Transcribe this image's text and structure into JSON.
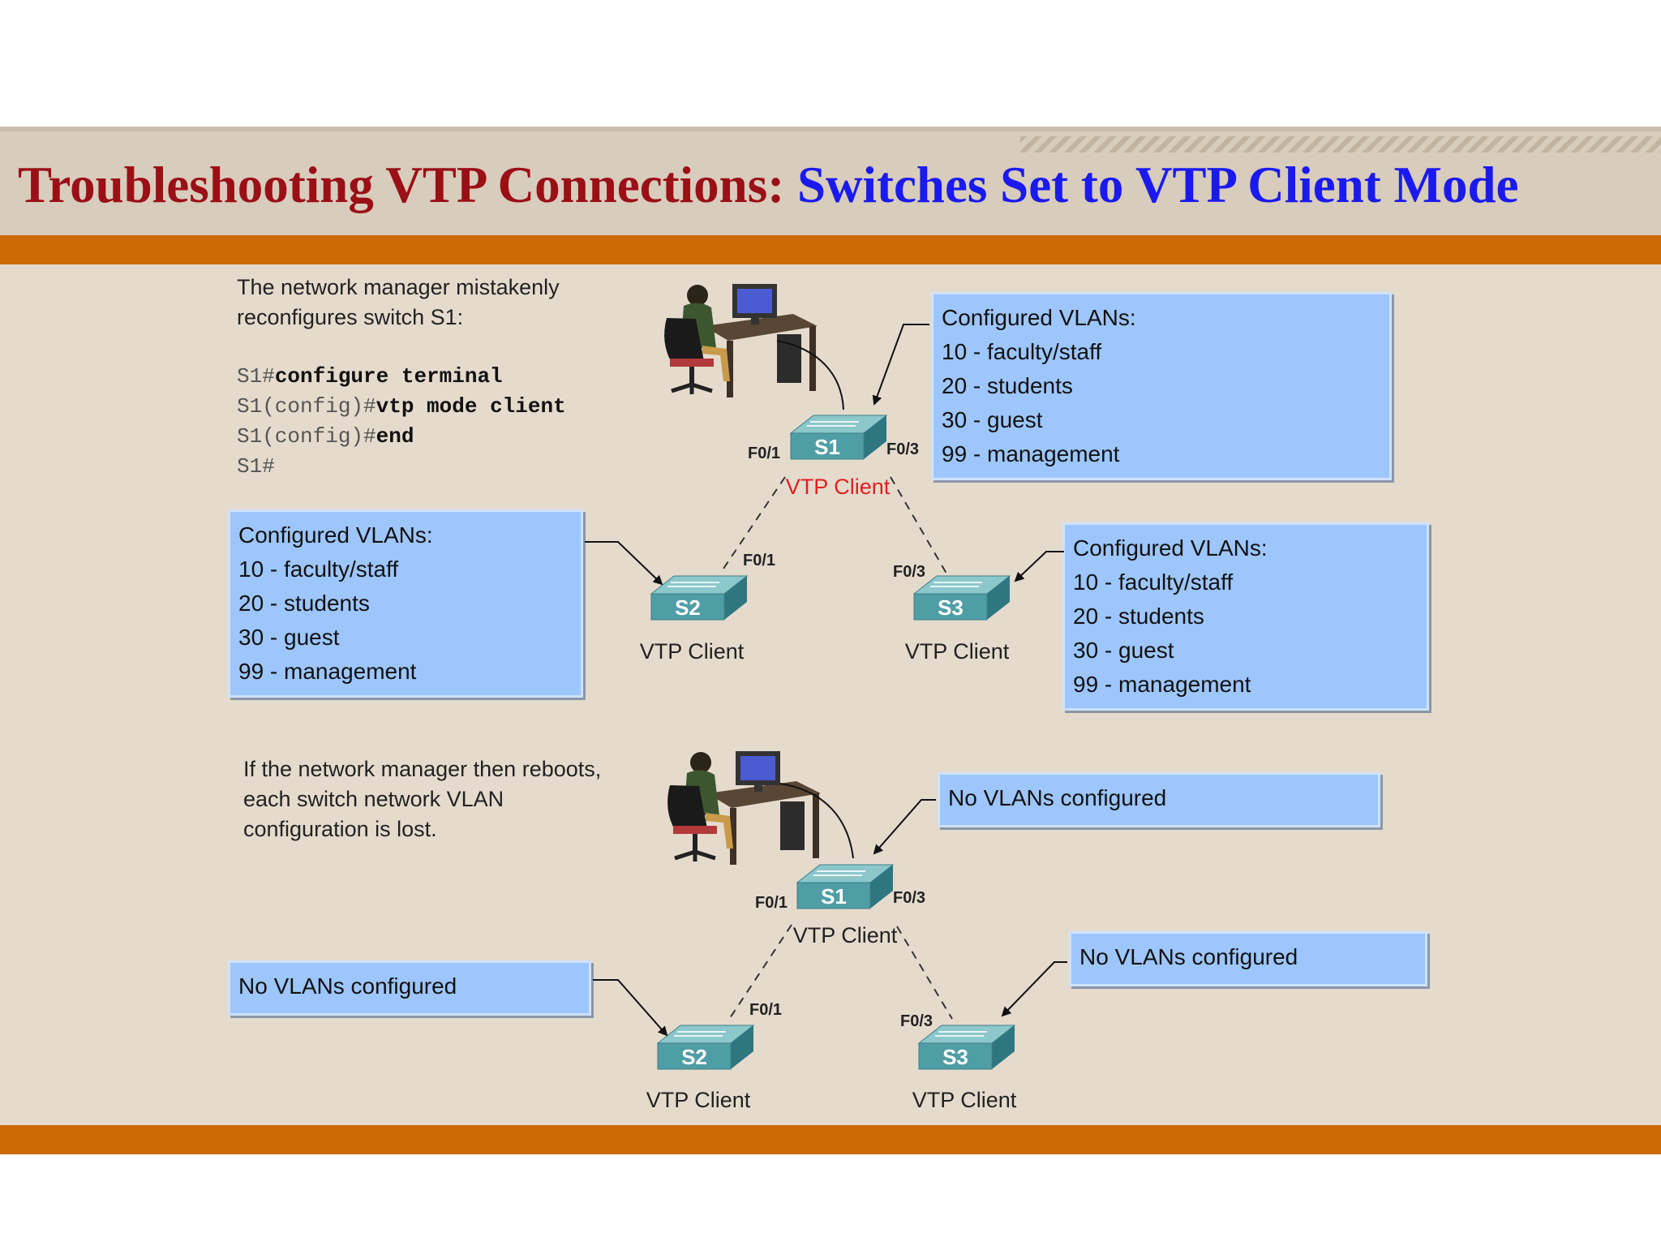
{
  "header": {
    "title_main": "Troubleshooting VTP Connections:",
    "title_sub": "Switches Set to VTP Client Mode"
  },
  "top": {
    "intro": [
      "The network manager mistakenly",
      "reconfigures switch S1:"
    ],
    "cli": [
      {
        "prompt": "S1#",
        "cmd": "configure terminal"
      },
      {
        "prompt": "S1(config)#",
        "cmd": "vtp mode client"
      },
      {
        "prompt": "S1(config)#",
        "cmd": "end"
      },
      {
        "prompt": "S1#",
        "cmd": ""
      }
    ],
    "vlans": [
      "Configured VLANs:",
      "10 - faculty/staff",
      "20 - students",
      "30 - guest",
      "99 - management"
    ],
    "s1_mode": "VTP Client",
    "s2_mode": "VTP Client",
    "s3_mode": "VTP Client"
  },
  "bottom": {
    "intro": [
      "If the network manager then reboots,",
      "each switch network VLAN",
      "configuration is lost."
    ],
    "no_vlans": "No VLANs configured",
    "s1_mode": "VTP Client",
    "s2_mode": "VTP Client",
    "s3_mode": "VTP Client"
  },
  "switches": {
    "s1": "S1",
    "s2": "S2",
    "s3": "S3"
  },
  "ports": {
    "f01": "F0/1",
    "f03": "F0/3"
  },
  "colors": {
    "title_main": "#9b0f16",
    "title_sub": "#1a1aee",
    "accent_bar": "#cc6a05",
    "vlan_box": "#9dc6fd",
    "switch": "#4f9ea6",
    "s1_top_mode": "#e02020"
  }
}
